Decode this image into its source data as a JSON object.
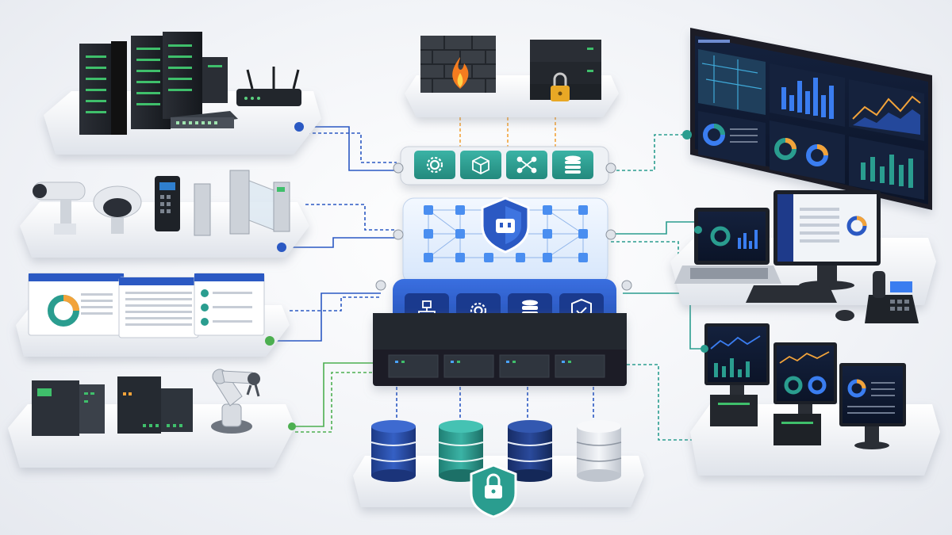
{
  "diagram": {
    "hub": {
      "top_module_icons": [
        "gear-icon",
        "cube-icon",
        "network-nodes-icon",
        "database-icon"
      ],
      "center_icon": "shield-icon",
      "lower_module_icons": [
        "hierarchy-icon",
        "gear-icon",
        "database-icon",
        "shield-check-icon"
      ]
    },
    "left_platforms": [
      "server-racks-and-router",
      "cameras-and-access-control",
      "dashboard-windows",
      "industrial-controllers-and-robot-arm"
    ],
    "top_platforms": [
      "firewall",
      "locked-storage"
    ],
    "right_platforms": [
      "monitoring-wall",
      "laptop-and-workstation",
      "operator-monitors"
    ],
    "bottom_platform": {
      "database_cylinders": 4,
      "lock_icon": "padlock-shield-icon"
    },
    "colors": {
      "accent_blue": "#2b59c3",
      "teal": "#2a9d8f",
      "navy": "#1e3a8a",
      "green_link": "#4caf50",
      "orange_link": "#f2a33a",
      "screen_dark": "#0f1a30"
    }
  }
}
